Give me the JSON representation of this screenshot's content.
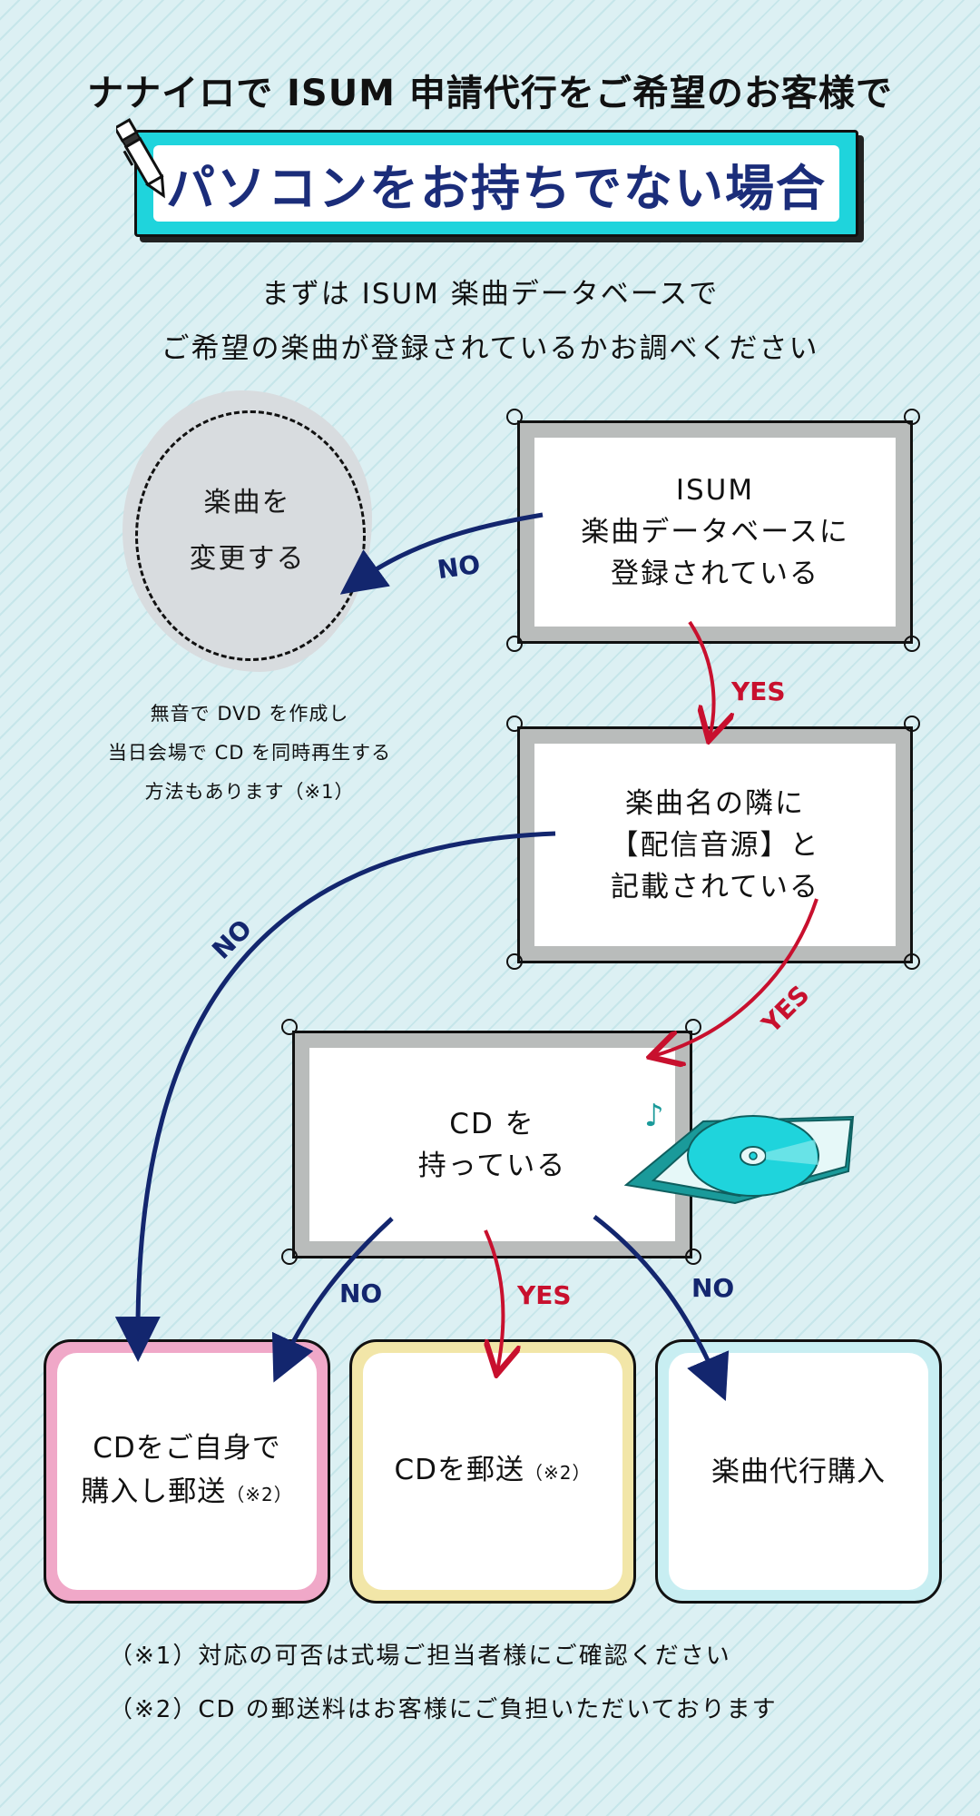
{
  "header": {
    "title": "ナナイロで ISUM 申請代行をご希望のお客様で",
    "banner": "パソコンをお持ちでない場合"
  },
  "intro": {
    "line1": "まずは ISUM 楽曲データベースで",
    "line2": "ご希望の楽曲が登録されているかお調べください"
  },
  "nodes": {
    "isum_registered": [
      "ISUM",
      "楽曲データベースに",
      "登録されている"
    ],
    "change_song": [
      "楽曲を",
      "変更する"
    ],
    "streaming_source": [
      "楽曲名の隣に",
      "【配信音源】と",
      "記載されている"
    ],
    "have_cd": [
      "CD を",
      "持っている"
    ],
    "buy_cd": {
      "line1": "CDをご自身で",
      "line2": "購入し郵送",
      "note": "（※2）"
    },
    "mail_cd": {
      "line1": "CDを郵送",
      "note": "（※2）"
    },
    "proxy_purchase": {
      "line1": "楽曲代行購入"
    }
  },
  "dvd_note": [
    "無音で DVD を作成し",
    "当日会場で CD を同時再生する",
    "方法もあります（※1）"
  ],
  "labels": {
    "no": "NO",
    "yes": "YES"
  },
  "colors": {
    "no_arrow": "#13266e",
    "yes_arrow": "#c8102e",
    "banner": "#1fd4dc",
    "buy_cd_border": "#f0a8c8",
    "mail_cd_border": "#f2e6a8",
    "proxy_border": "#c8eef2",
    "cd_case": "#1a9a9a",
    "cd_disc": "#1fd4dc"
  },
  "footnotes": {
    "note1": "（※1）対応の可否は式場ご担当者様にご確認ください",
    "note2": "（※2）CD の郵送料はお客様にご負担いただいております"
  }
}
